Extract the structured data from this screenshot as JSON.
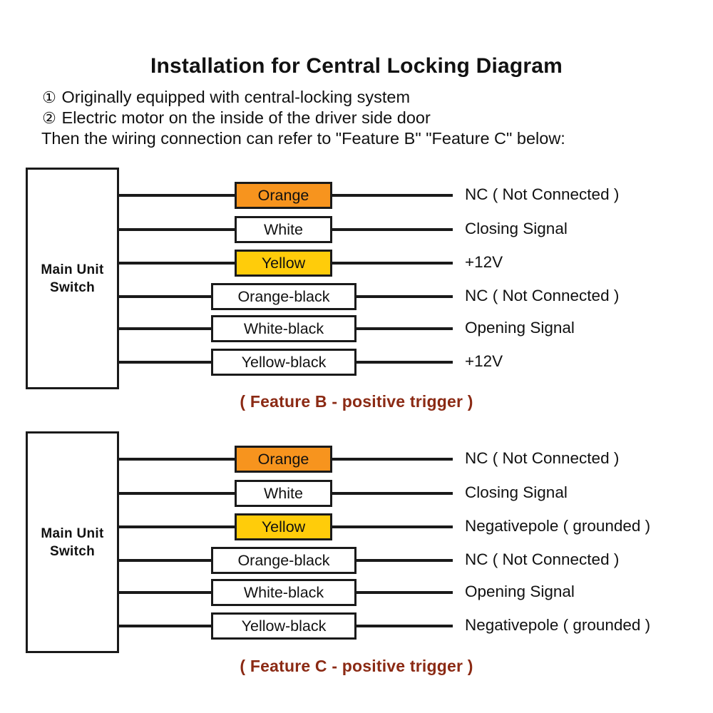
{
  "header": {
    "title": "Installation for Central Locking Diagram",
    "notes": [
      {
        "marker": "①",
        "text": "Originally equipped with central-locking system"
      },
      {
        "marker": "②",
        "text": "Electric motor on the inside of the driver side door"
      }
    ],
    "note_closing": "Then the wiring connection can refer to \"Feature B\" \"Feature C\" below:"
  },
  "colors": {
    "orange": "#F7941E",
    "yellow": "#FFCC0A",
    "white": "#FFFFFF",
    "line": "#1A1A1A",
    "caption": "#8B2A14"
  },
  "diagrams": [
    {
      "id": "feature-b",
      "unit_label_line1": "Main Unit",
      "unit_label_line2": "Switch",
      "caption": "( Feature B - positive trigger )",
      "wires": [
        {
          "chip": "Orange",
          "swatch": "orange",
          "width": "narrow",
          "endpoint": "NC ( Not Connected )"
        },
        {
          "chip": "White",
          "swatch": "white",
          "width": "narrow",
          "endpoint": "Closing Signal"
        },
        {
          "chip": "Yellow",
          "swatch": "yellow",
          "width": "narrow",
          "endpoint": "+12V"
        },
        {
          "chip": "Orange-black",
          "swatch": "white",
          "width": "wide",
          "endpoint": "NC ( Not Connected )"
        },
        {
          "chip": "White-black",
          "swatch": "white",
          "width": "wide",
          "endpoint": "Opening Signal"
        },
        {
          "chip": "Yellow-black",
          "swatch": "white",
          "width": "wide",
          "endpoint": "+12V"
        }
      ]
    },
    {
      "id": "feature-c",
      "unit_label_line1": "Main Unit",
      "unit_label_line2": "Switch",
      "caption": "( Feature C - positive trigger )",
      "wires": [
        {
          "chip": "Orange",
          "swatch": "orange",
          "width": "narrow",
          "endpoint": "NC ( Not Connected )"
        },
        {
          "chip": "White",
          "swatch": "white",
          "width": "narrow",
          "endpoint": "Closing Signal"
        },
        {
          "chip": "Yellow",
          "swatch": "yellow",
          "width": "narrow",
          "endpoint": "Negativepole ( grounded )"
        },
        {
          "chip": "Orange-black",
          "swatch": "white",
          "width": "wide",
          "endpoint": "NC ( Not Connected )"
        },
        {
          "chip": "White-black",
          "swatch": "white",
          "width": "wide",
          "endpoint": "Opening Signal"
        },
        {
          "chip": "Yellow-black",
          "swatch": "white",
          "width": "wide",
          "endpoint": "Negativepole ( grounded )"
        }
      ]
    }
  ]
}
